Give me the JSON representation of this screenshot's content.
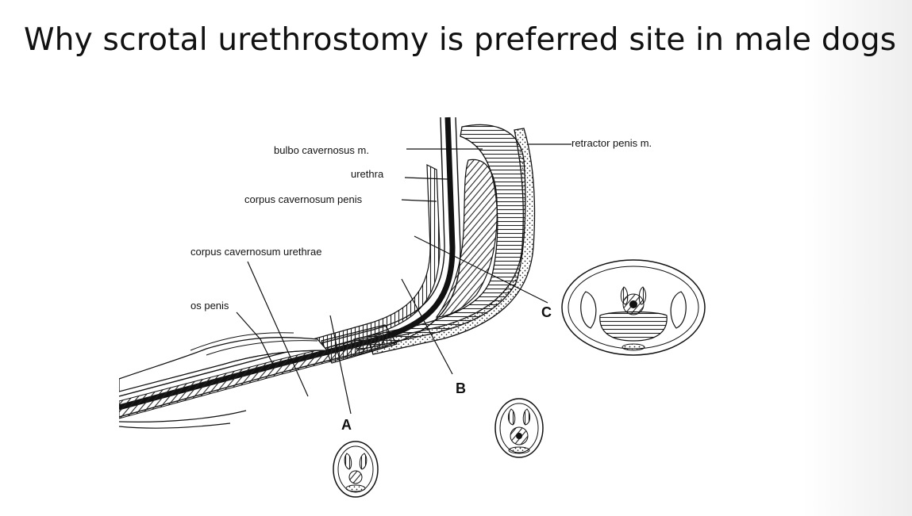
{
  "slide": {
    "title": "Why scrotal urethrostomy is preferred site in male dogs"
  },
  "diagram": {
    "labels": {
      "bulbo_cavernosus": "bulbo cavernosus m.",
      "urethra": "urethra",
      "corpus_cavernosum_penis": "corpus cavernosum penis",
      "corpus_cavernosum_urethrae": "corpus cavernosum urethrae",
      "os_penis": "os penis",
      "retractor_penis": "retractor penis m."
    },
    "sections": {
      "a": "A",
      "b": "B",
      "c": "C"
    }
  }
}
